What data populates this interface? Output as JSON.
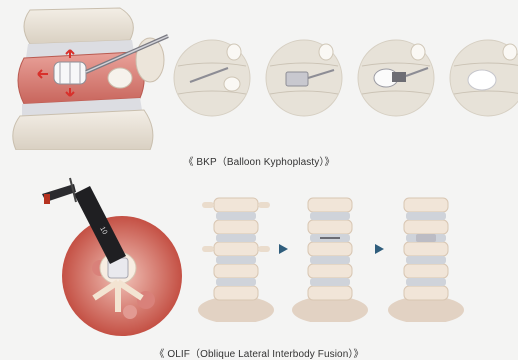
{
  "captions": {
    "bkp": "《 BKP（Balloon Kyphoplasty）》",
    "olif": "《 OLIF（Oblique Lateral Interbody Fusion）》"
  },
  "figures": {
    "bkp_steps": 4,
    "olif_steps": 3,
    "arrow_icon": "triangle-right"
  },
  "colors": {
    "bone": "#efe9df",
    "disc": "#dcdde2",
    "blood": "#c53b34",
    "instrument": "#1f1f22",
    "arrow": "#2f5d7c"
  }
}
